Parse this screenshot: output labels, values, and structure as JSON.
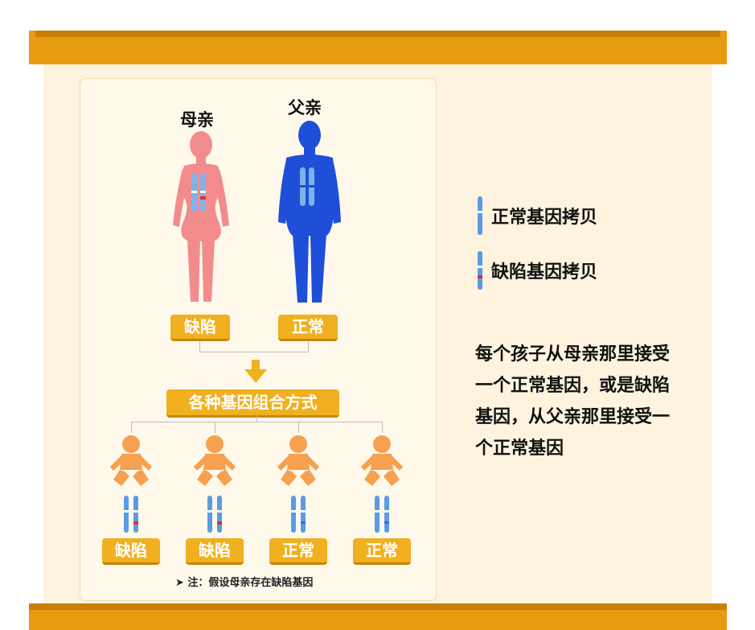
{
  "parents": {
    "mother": {
      "label": "母亲",
      "status": "缺陷"
    },
    "father": {
      "label": "父亲",
      "status": "正常"
    }
  },
  "combinations_label": "各种基因组合方式",
  "children": [
    {
      "status": "缺陷",
      "has_defect": true
    },
    {
      "status": "缺陷",
      "has_defect": true
    },
    {
      "status": "正常",
      "has_defect": false
    },
    {
      "status": "正常",
      "has_defect": false
    }
  ],
  "note": "➤ 注：假设母亲存在缺陷基因",
  "legend": {
    "normal": "正常基因拷贝",
    "defect": "缺陷基因拷贝"
  },
  "description": "每个孩子从母亲那里接受一个正常基因，或是缺陷基因，从父亲那里接受一个正常基因",
  "colors": {
    "mother": "#f28c8c",
    "father": "#1f4fd8",
    "child": "#f7a04f",
    "gene": "#4a90e2",
    "defect": "#e0302a",
    "badge": "#f0b020",
    "scroll": "#e89c12"
  }
}
